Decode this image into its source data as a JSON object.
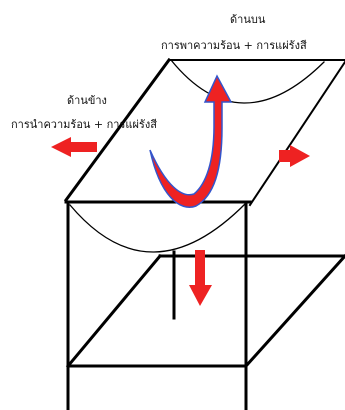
{
  "labels": {
    "top_title": "ด้านบน",
    "top_sub": "การพาความร้อน + การแผ่รังสี",
    "side_title": "ด้านข้าง",
    "side_sub": "การนำความร้อน + การแผ่รังสี"
  },
  "colors": {
    "arrow_fill": "#ee2222",
    "arrow_stroke": "#3355cc",
    "line": "#000000"
  }
}
